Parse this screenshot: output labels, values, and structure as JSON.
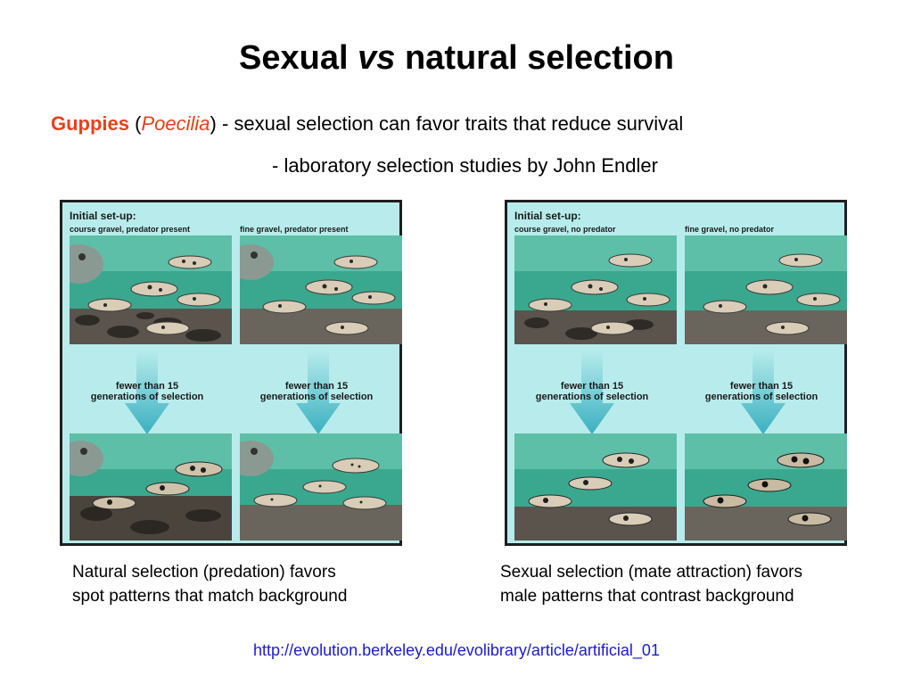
{
  "slide": {
    "title_part1": "Sexual",
    "title_vs": "vs",
    "title_part2": "natural selection",
    "guppies_label": "Guppies",
    "open_paren": "(",
    "genus": "Poecilia",
    "close_paren": ")",
    "bullet1": "- sexual selection can favor traits that reduce survival",
    "bullet2": "- laboratory selection studies by John Endler"
  },
  "left_figure": {
    "heading": "Initial set-up:",
    "sub_a": "course gravel, predator present",
    "sub_b": "fine gravel, predator present",
    "gen_a_line1": "fewer than 15",
    "gen_a_line2": "generations of selection",
    "gen_b_line1": "fewer than 15",
    "gen_b_line2": "generations of selection",
    "caption_line1": "Natural selection (predation) favors",
    "caption_line2": "spot patterns that match background"
  },
  "right_figure": {
    "heading": "Initial set-up:",
    "sub_a": "course gravel, no predator",
    "sub_b": "fine gravel, no predator",
    "gen_a_line1": "fewer than 15",
    "gen_a_line2": "generations of selection",
    "gen_b_line1": "fewer than 15",
    "gen_b_line2": "generations of selection",
    "caption_line1": "Sexual selection (mate attraction) favors",
    "caption_line2": "male patterns that contrast background"
  },
  "source_url": "http://evolution.berkeley.edu/evolibrary/article/artificial_01",
  "colors": {
    "accent": "#e8401c",
    "panel_bg": "#b8ecec",
    "water": "#3aa88f",
    "arrow": "#3ab0c0",
    "link": "#1a1ad6"
  }
}
